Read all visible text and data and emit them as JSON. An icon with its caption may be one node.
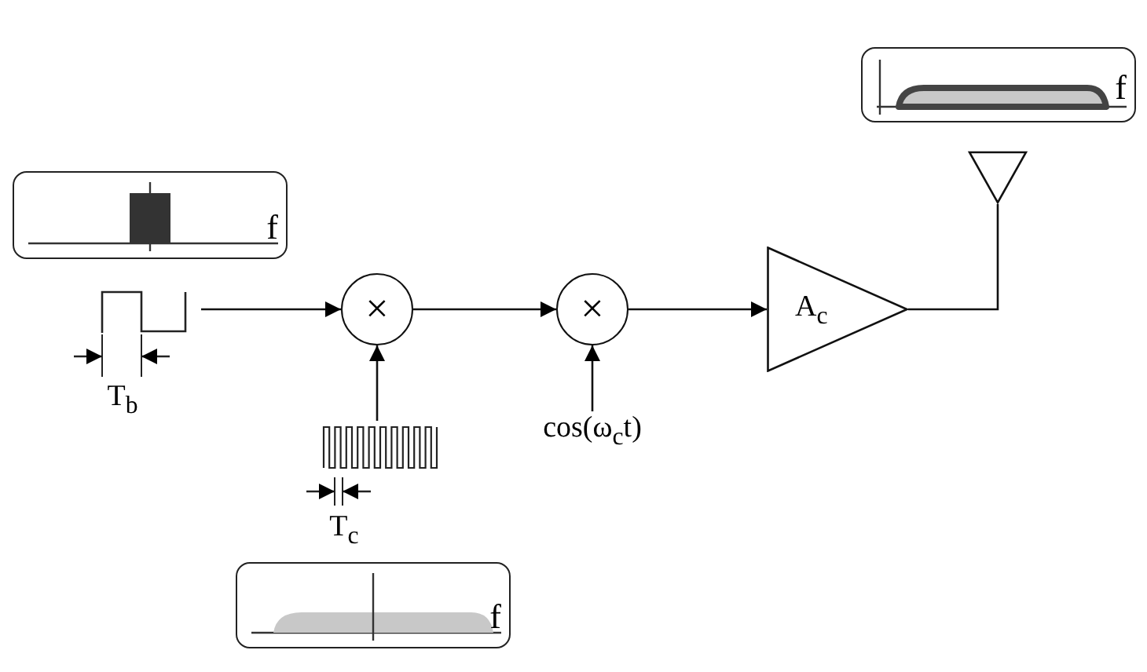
{
  "diagram": {
    "nodes": [
      {
        "text": [
          "f"
        ]
      },
      {
        "text": [],
        "shape": "picture"
      },
      {
        "text": [
          "×"
        ]
      },
      {
        "text": [],
        "shape": "picture"
      },
      {
        "text": [
          "f"
        ]
      },
      {
        "text": [
          "×"
        ]
      },
      {
        "text": [
          "cos(ω$_{c}$t)"
        ]
      },
      {
        "text": [
          "A$_{c}$"
        ]
      },
      {
        "text": [],
        "shape": "triangle"
      },
      {
        "text": [
          "f"
        ]
      }
    ],
    "edges": [
      {
        "from": 1,
        "to": 2,
        "arrow": "to"
      },
      {
        "from": 3,
        "to": 2,
        "arrow": "to"
      },
      {
        "from": 2,
        "to": 5,
        "arrow": "to"
      },
      {
        "from": 6,
        "to": 5,
        "arrow": "to"
      },
      {
        "from": 5,
        "to": 7,
        "arrow": "to"
      },
      {
        "from": 7,
        "to": 8,
        "arrow": "none"
      }
    ],
    "labels": [
      "T$_{b}$",
      "T$_{c}$"
    ]
  }
}
